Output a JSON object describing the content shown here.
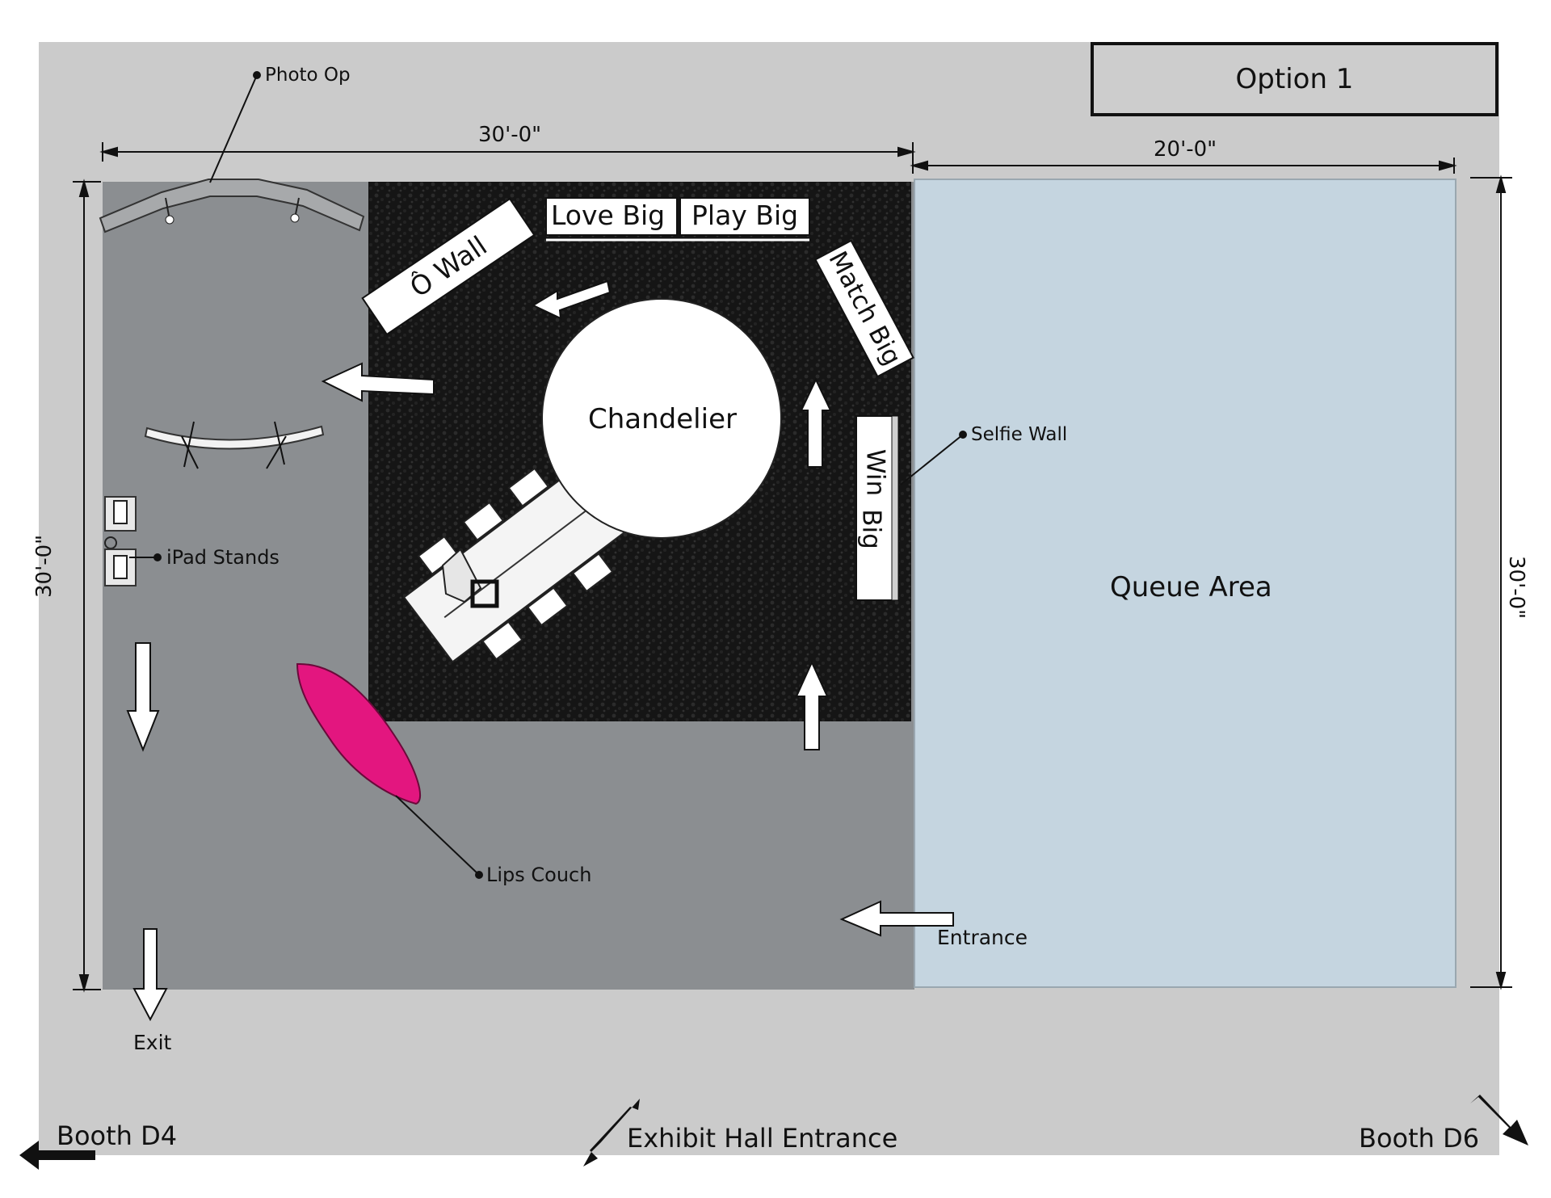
{
  "option_label": "Option 1",
  "dimensions": {
    "top_left": "30'-0\"",
    "top_right": "20'-0\"",
    "left_side": "30'-0\"",
    "right_side": "30'-0\""
  },
  "areas": {
    "queue": "Queue Area",
    "chandelier": "Chandelier"
  },
  "signs": {
    "love_big": "Love Big",
    "play_big": "Play Big",
    "o_wall": "Ô Wall",
    "match_big": "Match Big",
    "win": "Win",
    "big": "Big"
  },
  "callouts": {
    "photo_op": "Photo Op",
    "selfie_wall": "Selfie Wall",
    "ipad_stands": "iPad Stands",
    "lips_couch": "Lips Couch"
  },
  "flow": {
    "entrance": "Entrance",
    "exit": "Exit"
  },
  "surroundings": {
    "booth_left": "Booth D4",
    "hall_entrance": "Exhibit Hall Entrance",
    "booth_right": "Booth D6"
  },
  "colors": {
    "outer": "#cbcbcb",
    "floor": "#8b8e91",
    "carpet": "#141414",
    "queue": "#c5d5e0",
    "couch": "#e3167f"
  }
}
